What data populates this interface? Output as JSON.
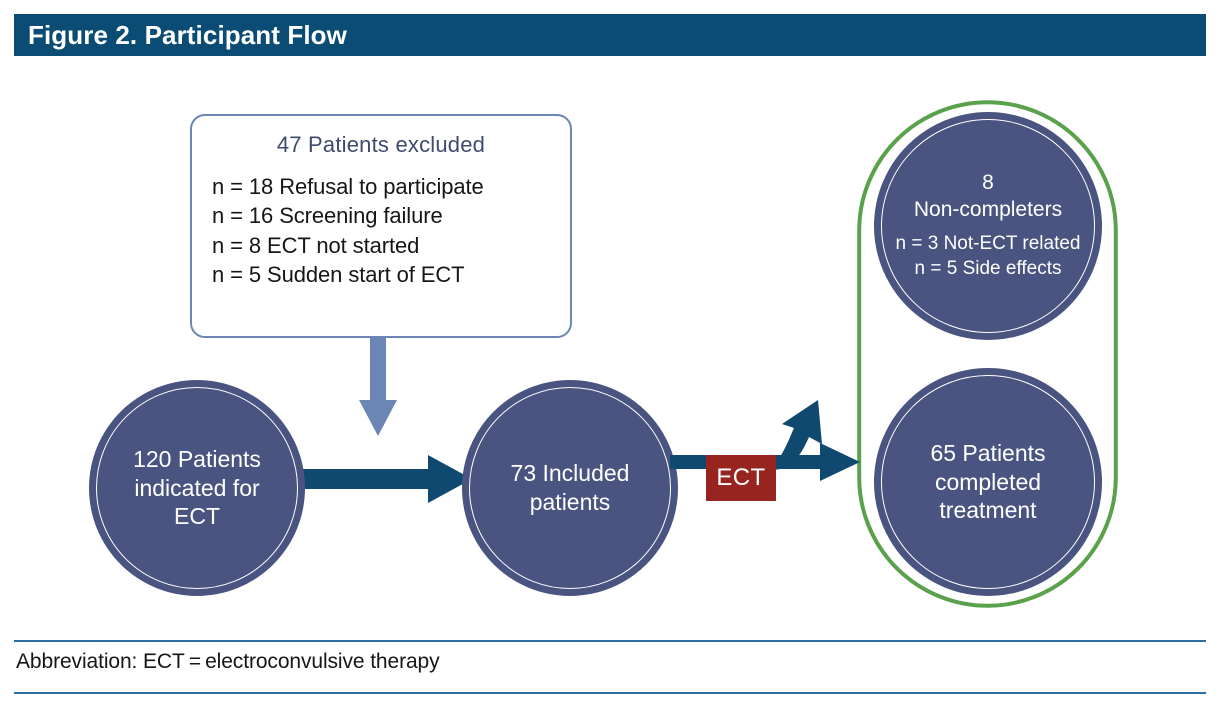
{
  "figure": {
    "title": "Figure 2. Participant Flow"
  },
  "colors": {
    "header_bar": "#0b4c75",
    "circle_fill": "#4a5480",
    "arrow_dark": "#10496f",
    "arrow_light": "#6b85b5",
    "badge_red": "#97241f",
    "capsule_green": "#5aa14b",
    "rule_blue": "#2a6f9e",
    "excl_title": "#3f4a6e"
  },
  "exclusion_box": {
    "title": "47 Patients excluded",
    "items": [
      "n = 18 Refusal to participate",
      "n = 16 Screening failure",
      "n = 8 ECT not started",
      "n = 5 Sudden start of ECT"
    ]
  },
  "nodes": {
    "indicated": {
      "line1": "120 Patients",
      "line2": "indicated for",
      "line3": "ECT"
    },
    "included": {
      "line1": "73 Included",
      "line2": "patients"
    },
    "noncompleters": {
      "line1": "8",
      "line2": "Non-completers",
      "sub1": "n = 3 Not-ECT related",
      "sub2": "n = 5 Side effects"
    },
    "completed": {
      "line1": "65 Patients",
      "line2": "completed",
      "line3": "treatment"
    }
  },
  "badge": {
    "ect_label": "ECT"
  },
  "footer": {
    "abbreviation": "Abbreviation: ECT = electroconvulsive therapy"
  },
  "chart_data": {
    "type": "diagram",
    "title": "Figure 2. Participant Flow",
    "nodes": [
      {
        "id": "indicated",
        "label": "120 Patients indicated for ECT",
        "n": 120,
        "shape": "circle"
      },
      {
        "id": "excluded",
        "label": "47 Patients excluded",
        "n": 47,
        "shape": "rounded-rect",
        "breakdown": [
          {
            "n": 18,
            "reason": "Refusal to participate"
          },
          {
            "n": 16,
            "reason": "Screening failure"
          },
          {
            "n": 8,
            "reason": "ECT not started"
          },
          {
            "n": 5,
            "reason": "Sudden start of ECT"
          }
        ]
      },
      {
        "id": "included",
        "label": "73 Included patients",
        "n": 73,
        "shape": "circle"
      },
      {
        "id": "noncompleters",
        "label": "8 Non-completers",
        "n": 8,
        "shape": "circle",
        "breakdown": [
          {
            "n": 3,
            "reason": "Not-ECT related"
          },
          {
            "n": 5,
            "reason": "Side effects"
          }
        ]
      },
      {
        "id": "completed",
        "label": "65 Patients completed treatment",
        "n": 65,
        "shape": "circle"
      }
    ],
    "edges": [
      {
        "from": "excluded",
        "to": "included",
        "style": "down-arrow-light"
      },
      {
        "from": "indicated",
        "to": "included",
        "style": "right-arrow-dark"
      },
      {
        "from": "included",
        "to": "noncompleters",
        "label": "ECT",
        "style": "fork-up"
      },
      {
        "from": "included",
        "to": "completed",
        "label": "ECT",
        "style": "fork-right"
      }
    ]
  }
}
